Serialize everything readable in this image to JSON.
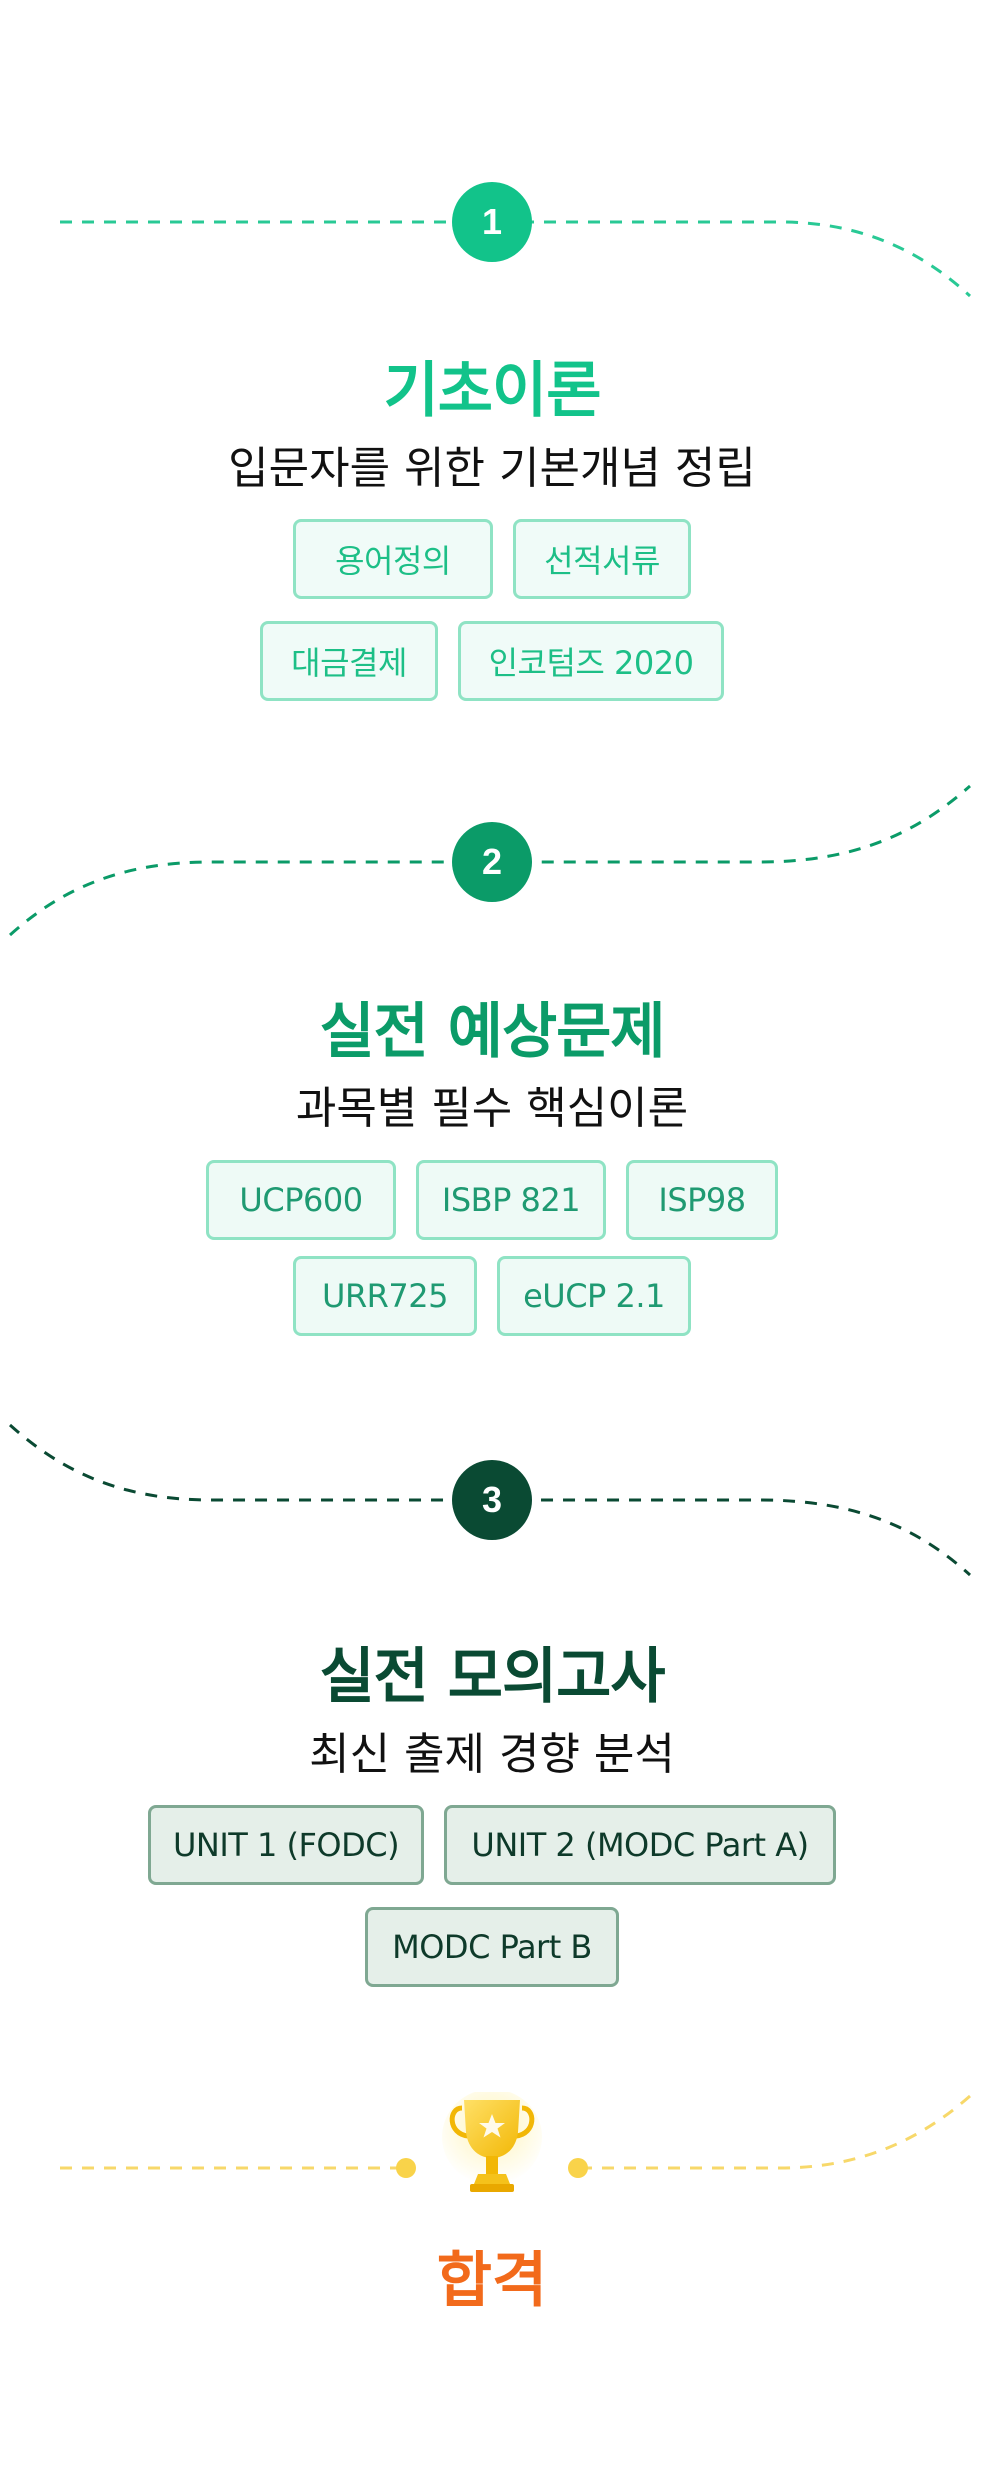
{
  "colors": {
    "step1": "#12c38a",
    "step2": "#0b9b68",
    "step3": "#0a4a33",
    "goal": "#f26a1b",
    "goal_line": "#f7d86a"
  },
  "steps": [
    {
      "number": "1",
      "title": "기초이론",
      "subtitle": "입문자를 위한 기본개념 정립",
      "tag_rows": [
        [
          "용어정의",
          "선적서류"
        ],
        [
          "대금결제",
          "인코텀즈 2020"
        ]
      ]
    },
    {
      "number": "2",
      "title": "실전 예상문제",
      "subtitle": "과목별 필수 핵심이론",
      "tag_rows": [
        [
          "UCP600",
          "ISBP 821",
          "ISP98"
        ],
        [
          "URR725",
          "eUCP 2.1"
        ]
      ]
    },
    {
      "number": "3",
      "title": "실전 모의고사",
      "subtitle": "최신 출제 경향 분석",
      "tag_rows": [
        [
          "UNIT 1 (FODC)",
          "UNIT 2 (MODC Part A)"
        ],
        [
          "MODC Part B"
        ]
      ]
    }
  ],
  "goal": {
    "title": "합격",
    "icon": "trophy-icon"
  }
}
